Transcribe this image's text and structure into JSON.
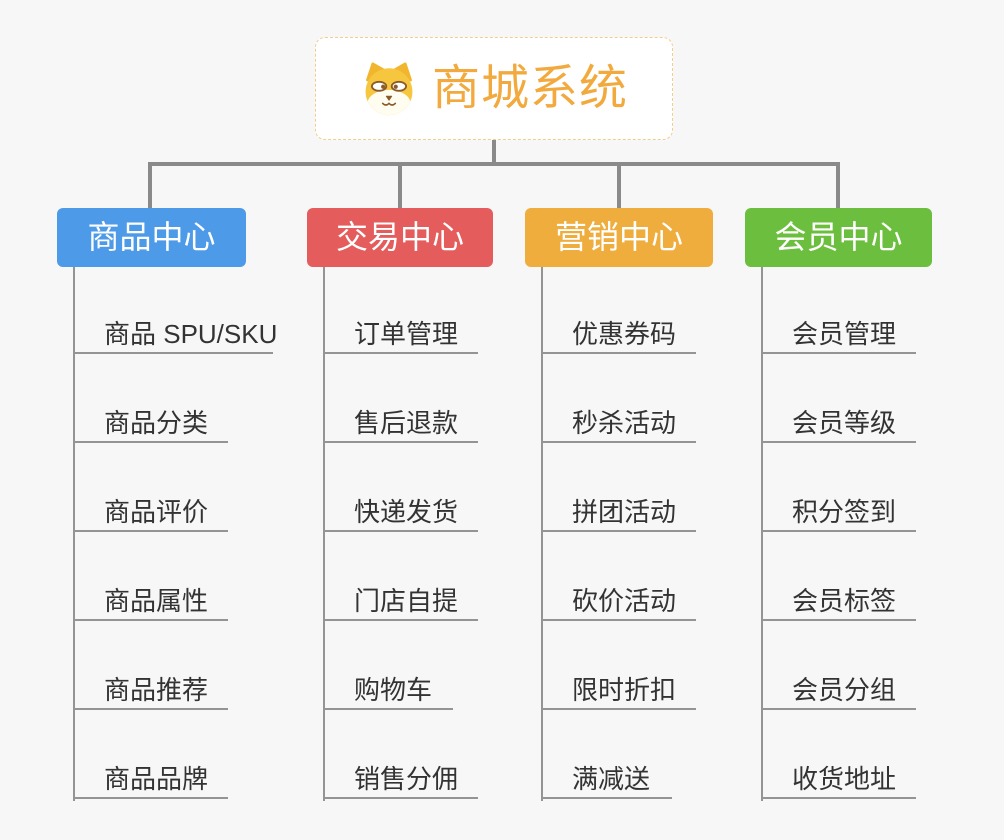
{
  "root": {
    "title": "商城系统",
    "title_color": "#F2A93E",
    "icon": "dog-face-icon"
  },
  "colors": {
    "background": "#F7F7F7",
    "connector_main": "#8A8A8A",
    "connector_leaf": "#949494",
    "root_border": "#F3CD8C",
    "leaf_text": "#333333"
  },
  "branches": [
    {
      "label": "商品中心",
      "color": "#4D9AE8",
      "children": [
        {
          "label": "商品 SPU/SKU"
        },
        {
          "label": "商品分类"
        },
        {
          "label": "商品评价"
        },
        {
          "label": "商品属性"
        },
        {
          "label": "商品推荐"
        },
        {
          "label": "商品品牌"
        }
      ]
    },
    {
      "label": "交易中心",
      "color": "#E45C5C",
      "children": [
        {
          "label": "订单管理"
        },
        {
          "label": "售后退款"
        },
        {
          "label": "快递发货"
        },
        {
          "label": "门店自提"
        },
        {
          "label": "购物车"
        },
        {
          "label": "销售分佣"
        }
      ]
    },
    {
      "label": "营销中心",
      "color": "#EFAD3D",
      "children": [
        {
          "label": "优惠券码"
        },
        {
          "label": "秒杀活动"
        },
        {
          "label": "拼团活动"
        },
        {
          "label": "砍价活动"
        },
        {
          "label": "限时折扣"
        },
        {
          "label": "满减送"
        }
      ]
    },
    {
      "label": "会员中心",
      "color": "#6CBE3E",
      "children": [
        {
          "label": "会员管理"
        },
        {
          "label": "会员等级"
        },
        {
          "label": "积分签到"
        },
        {
          "label": "会员标签"
        },
        {
          "label": "会员分组"
        },
        {
          "label": "收货地址"
        }
      ]
    }
  ]
}
